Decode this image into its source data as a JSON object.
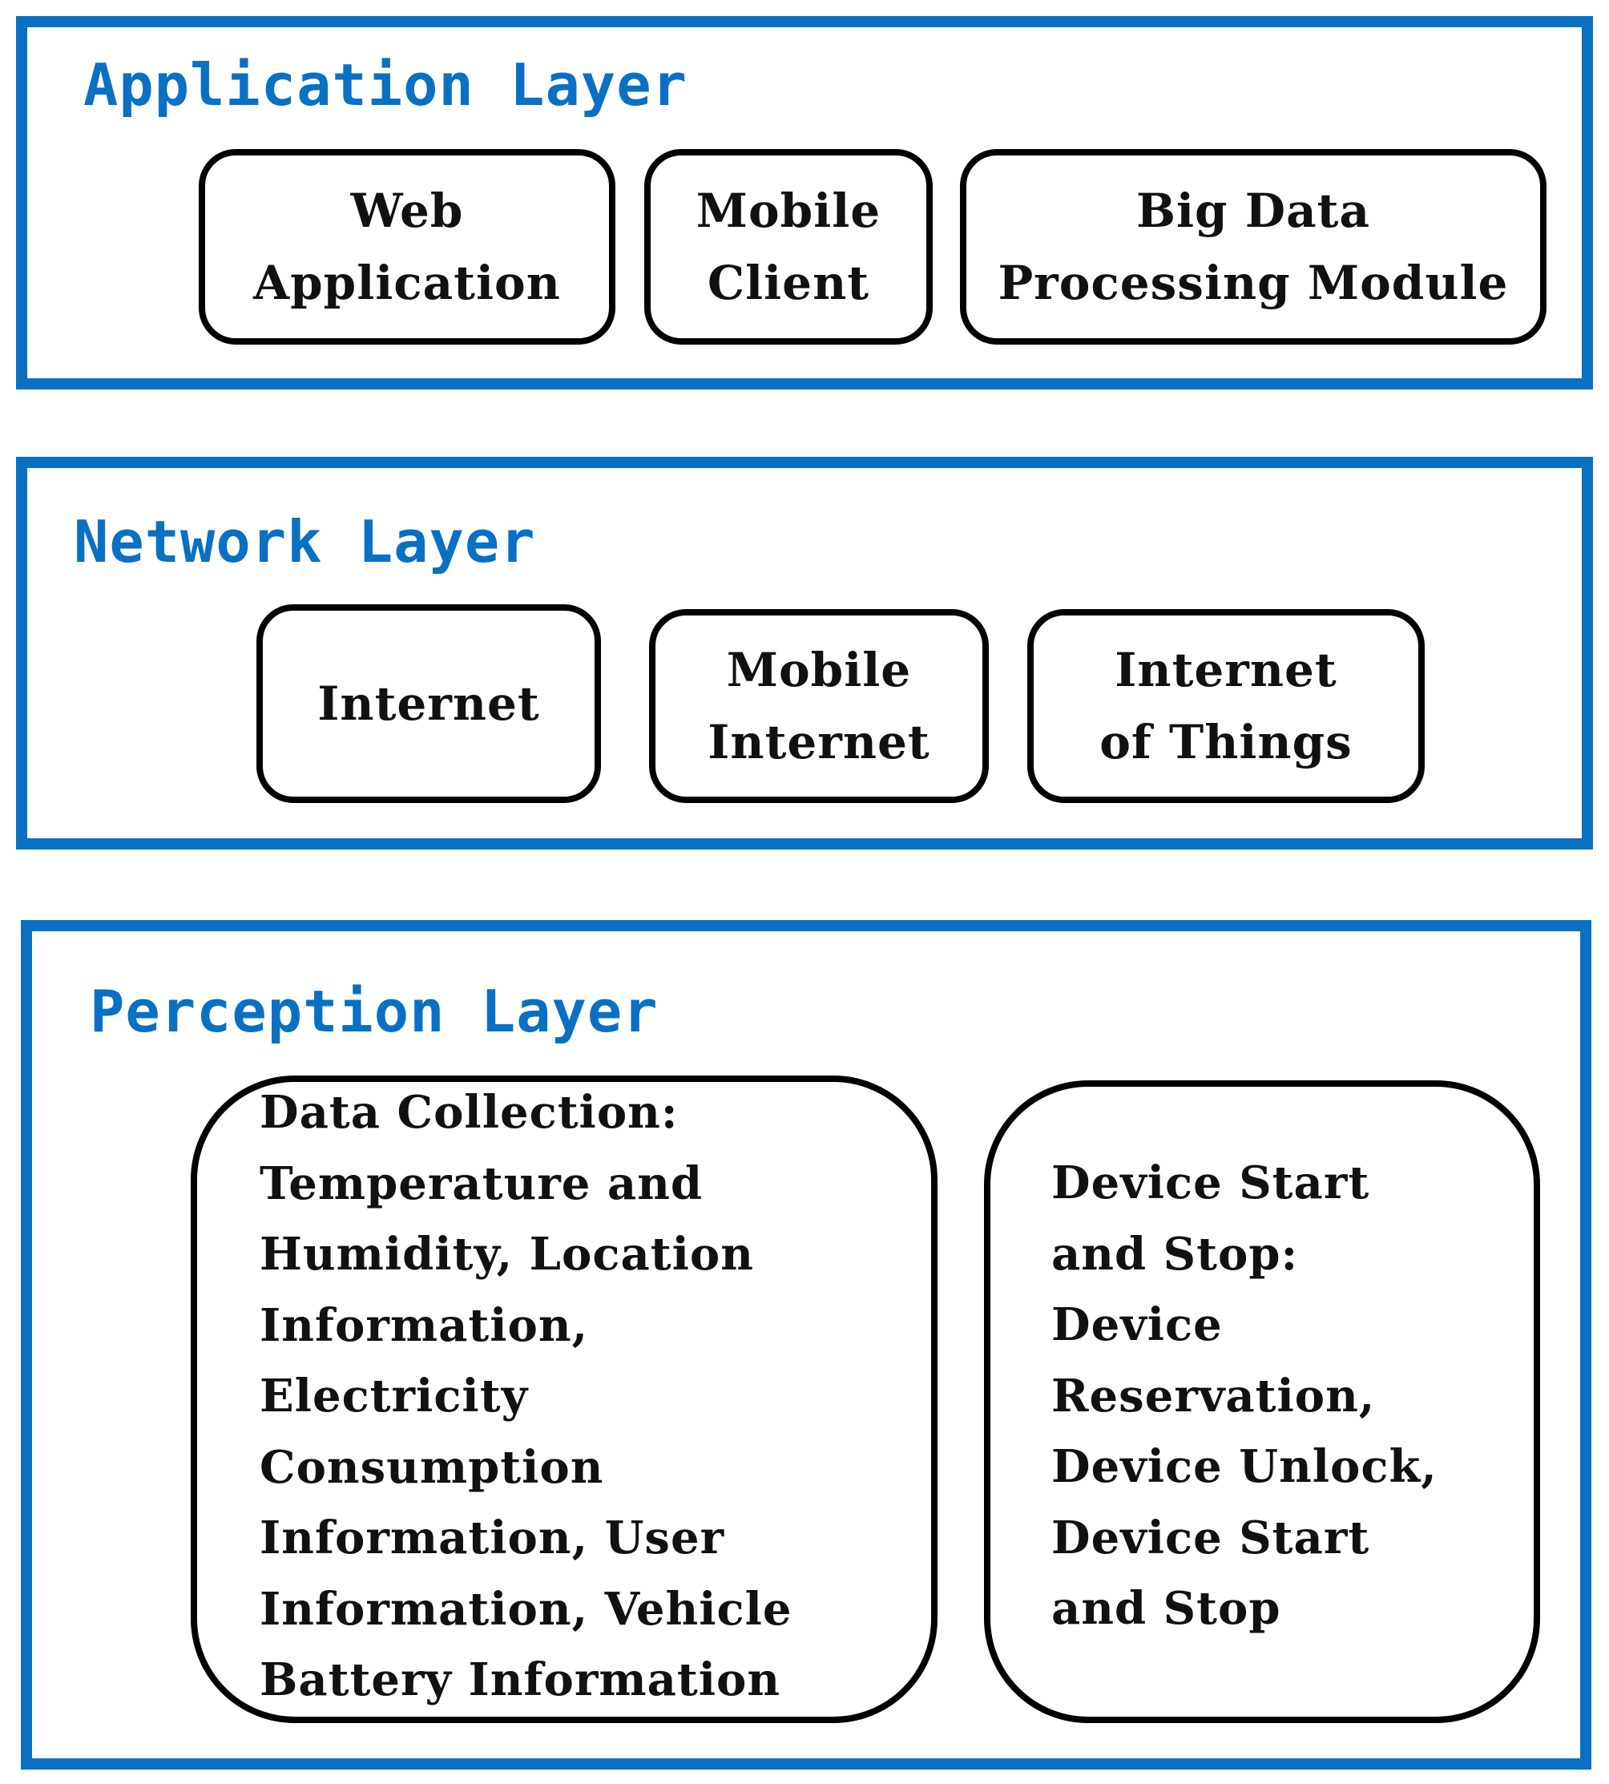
{
  "layers": {
    "application": {
      "title": "Application Layer",
      "boxes": [
        "Web\nApplication",
        "Mobile\nClient",
        "Big Data\nProcessing Module"
      ]
    },
    "network": {
      "title": "Network Layer",
      "boxes": [
        "Internet",
        "Mobile\nInternet",
        "Internet\nof Things"
      ]
    },
    "perception": {
      "title": "Perception Layer",
      "boxes": [
        "Data Collection:\nTemperature and\nHumidity, Location\nInformation,\nElectricity\nConsumption\nInformation, User\nInformation, Vehicle\nBattery Information",
        "Device Start\nand Stop:\nDevice\nReservation,\nDevice Unlock,\nDevice Start\nand Stop"
      ]
    }
  },
  "colors": {
    "layer_border": "#0a70c4",
    "layer_title": "#0a70c4",
    "box_border": "#000000"
  }
}
